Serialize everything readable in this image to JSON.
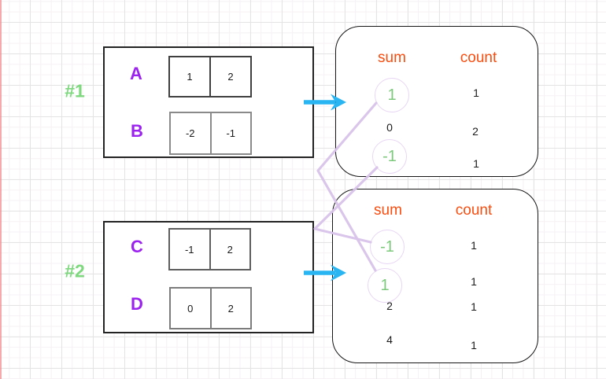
{
  "colors": {
    "group_label_green": "#7ed87e",
    "sum_highlight_green": "#7cc97c",
    "header_orange": "#f94d10",
    "row_label_purple": "#9c22ef",
    "arrow_blue": "#29b4f2",
    "connector_lavender": "#d9c3ea",
    "circle_outline_lavender": "#e7d6f3"
  },
  "groups": [
    {
      "id": "#1",
      "rows": [
        {
          "label": "A",
          "cells": [
            "1",
            "2"
          ]
        },
        {
          "label": "B",
          "cells": [
            "-2",
            "-1"
          ]
        }
      ],
      "result": {
        "sum_header": "sum",
        "count_header": "count",
        "rows": [
          {
            "sum": "1",
            "count": "1",
            "highlighted": true
          },
          {
            "sum": "0",
            "count": "2",
            "highlighted": false
          },
          {
            "sum": "-1",
            "count": "1",
            "highlighted": true
          }
        ]
      }
    },
    {
      "id": "#2",
      "rows": [
        {
          "label": "C",
          "cells": [
            "-1",
            "2"
          ]
        },
        {
          "label": "D",
          "cells": [
            "0",
            "2"
          ]
        }
      ],
      "result": {
        "sum_header": "sum",
        "count_header": "count",
        "rows": [
          {
            "sum": "-1",
            "count": "1",
            "highlighted": true
          },
          {
            "sum": "1",
            "count": "1",
            "highlighted": true
          },
          {
            "sum": "2",
            "count": "1",
            "highlighted": false
          },
          {
            "sum": "4",
            "count": "1",
            "highlighted": false
          }
        ]
      }
    }
  ],
  "connections": [
    {
      "from_group": "#1",
      "from_sum": "1",
      "to_group": "#2",
      "to_sum": "1"
    },
    {
      "from_group": "#1",
      "from_sum": "-1",
      "to_group": "#2",
      "to_sum": "-1"
    }
  ]
}
